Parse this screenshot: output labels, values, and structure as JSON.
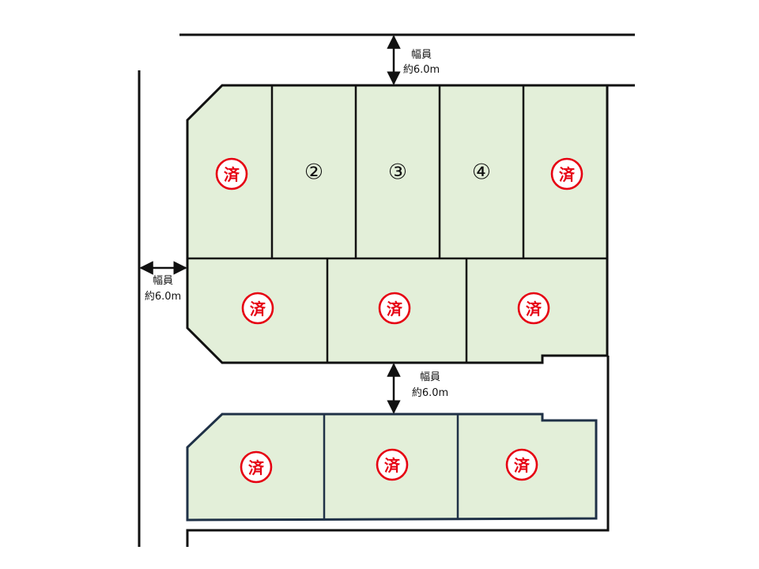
{
  "road_width_labels": {
    "top": {
      "line1": "幅員",
      "line2": "約6.0m"
    },
    "left": {
      "line1": "幅員",
      "line2": "約6.0m"
    },
    "middle": {
      "line1": "幅員",
      "line2": "約6.0m"
    }
  },
  "lots": [
    {
      "id": "north-1",
      "block": "north",
      "status": "sold",
      "label": "済"
    },
    {
      "id": "north-2",
      "block": "north",
      "status": "available",
      "label": "②"
    },
    {
      "id": "north-3",
      "block": "north",
      "status": "available",
      "label": "③"
    },
    {
      "id": "north-4",
      "block": "north",
      "status": "available",
      "label": "④"
    },
    {
      "id": "north-5",
      "block": "north",
      "status": "sold",
      "label": "済"
    },
    {
      "id": "north-6",
      "block": "north",
      "status": "sold",
      "label": "済"
    },
    {
      "id": "north-7",
      "block": "north",
      "status": "sold",
      "label": "済"
    },
    {
      "id": "north-8",
      "block": "north",
      "status": "sold",
      "label": "済"
    },
    {
      "id": "south-1",
      "block": "south",
      "status": "sold",
      "label": "済"
    },
    {
      "id": "south-2",
      "block": "south",
      "status": "sold",
      "label": "済"
    },
    {
      "id": "south-3",
      "block": "south",
      "status": "sold",
      "label": "済"
    }
  ],
  "colors": {
    "lot_fill": "#e3efd9",
    "lot_outline": "#111111",
    "south_block_outline": "#1f3147",
    "sold_mark": "#e60012",
    "background": "#ffffff"
  }
}
